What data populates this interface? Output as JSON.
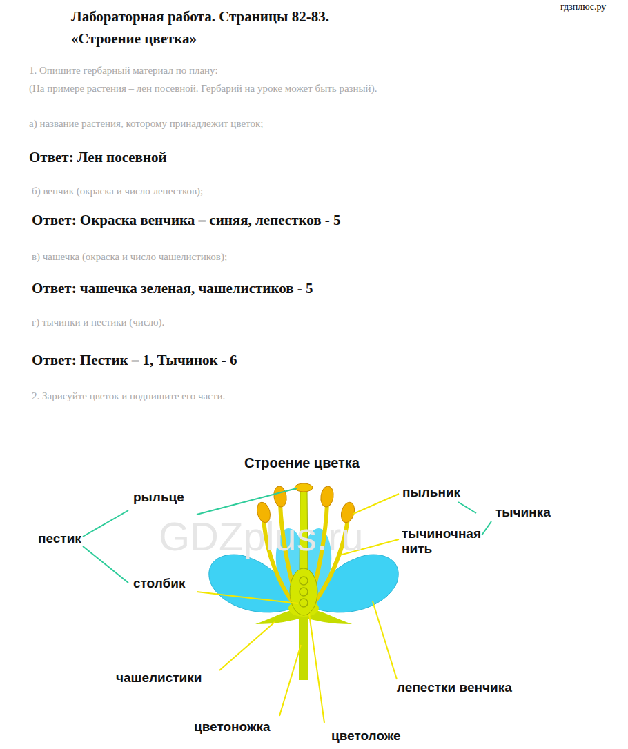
{
  "diagram": {
    "title": "Строение цветка",
    "labels": [
      "гдзплюс.ру",
      "Лабораторная работа. Страницы 82-83.",
      "«Строение цветка»",
      "1. Опишите гербарный материал по плану:",
      "(На примере растения – лен посевной. Гербарий на уроке может быть разный).",
      "а) название растения, которому принадлежит цветок;",
      "Ответ: Лен посевной",
      "б) венчик (окраска и число лепестков);",
      "Ответ: Окраска венчика – синяя, лепестков - 5",
      "в) чашечка (окраска и число чашелистиков);",
      "Ответ: чашечка зеленая, чашелистиков - 5",
      "г) тычинки и пестики (число).",
      "Ответ: Пестик – 1, Тычинок - 6",
      "2. Зарисуйте цветок и подпишите его части.",
      "GDZplus.ru",
      "рыльце",
      "пестик",
      "столбик",
      "пыльник",
      "тычинка",
      "тычиночная нить",
      "чашелистики",
      "цветоножка",
      "цветоложе",
      "лепестки венчика"
    ]
  }
}
